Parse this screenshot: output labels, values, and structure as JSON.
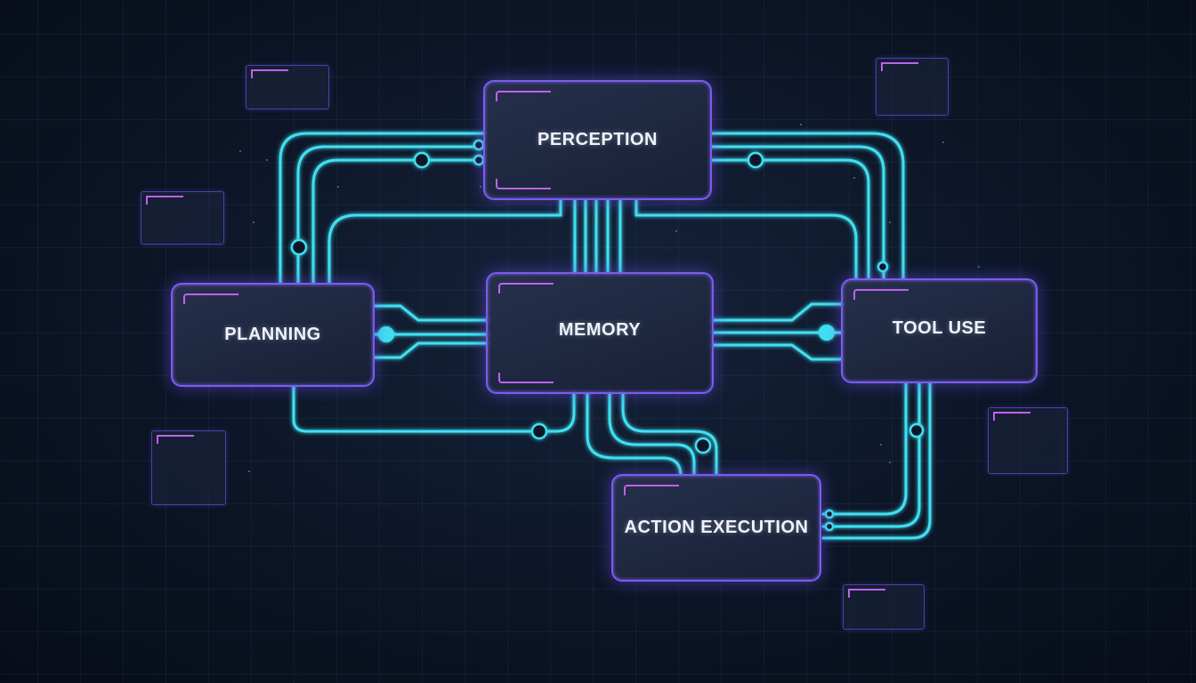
{
  "diagram": {
    "nodes": {
      "perception": "PERCEPTION",
      "planning": "PLANNING",
      "memory": "MEMORY",
      "tool_use": "TOOL USE",
      "action_execution": "ACTION EXECUTION"
    },
    "colors": {
      "wire": "#3fe0f2",
      "node_border": "#7a5cf0",
      "accent": "#c061f0",
      "background": "#0c1526"
    }
  }
}
